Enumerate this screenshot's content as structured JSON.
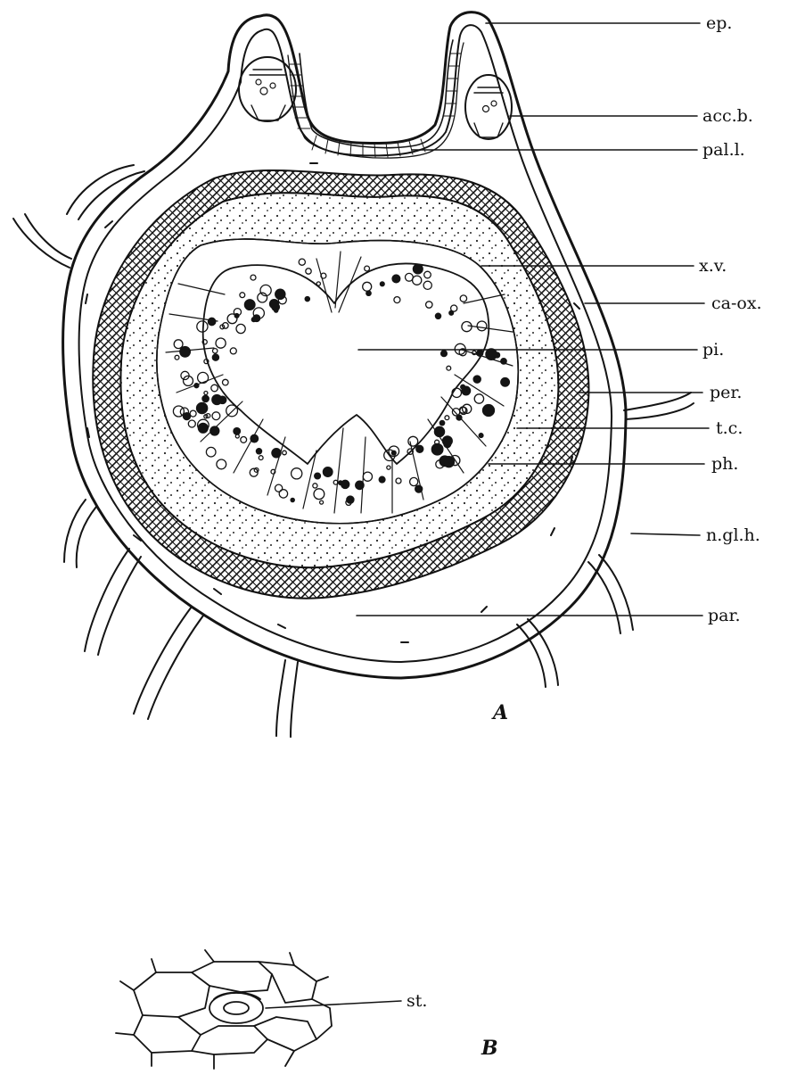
{
  "figure": {
    "labels": {
      "ep": "ep.",
      "acc_b": "acc.b.",
      "pal_l": "pal.l.",
      "x_v": "x.v.",
      "ca_ox": "ca-ox.",
      "pi": "pi.",
      "per": "per.",
      "t_c": "t.c.",
      "ph": "ph.",
      "n_gl_h": "n.gl.h.",
      "par": "par.",
      "st": "st."
    },
    "panels": {
      "a": "A",
      "b": "B"
    }
  },
  "colors": {
    "ink": "#141414",
    "background": "#ffffff"
  }
}
